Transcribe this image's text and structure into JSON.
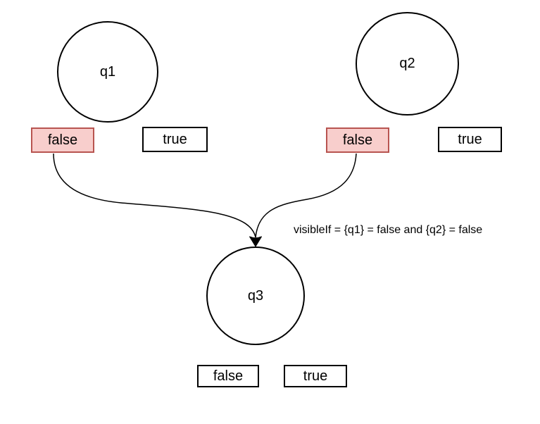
{
  "colors": {
    "background": "#ffffff",
    "shape-stroke": "#000000",
    "edge-stroke": "#000000",
    "selected-fill": "#f8cecc",
    "selected-stroke": "#b85450"
  },
  "annotation": {
    "text": "visibleIf = {q1} = false and {q2} = false"
  },
  "nodes": {
    "q1": {
      "label": "q1",
      "options": {
        "false": "false",
        "true": "true"
      },
      "selected_option": "false"
    },
    "q2": {
      "label": "q2",
      "options": {
        "false": "false",
        "true": "true"
      },
      "selected_option": "false"
    },
    "q3": {
      "label": "q3",
      "options": {
        "false": "false",
        "true": "true"
      }
    }
  }
}
